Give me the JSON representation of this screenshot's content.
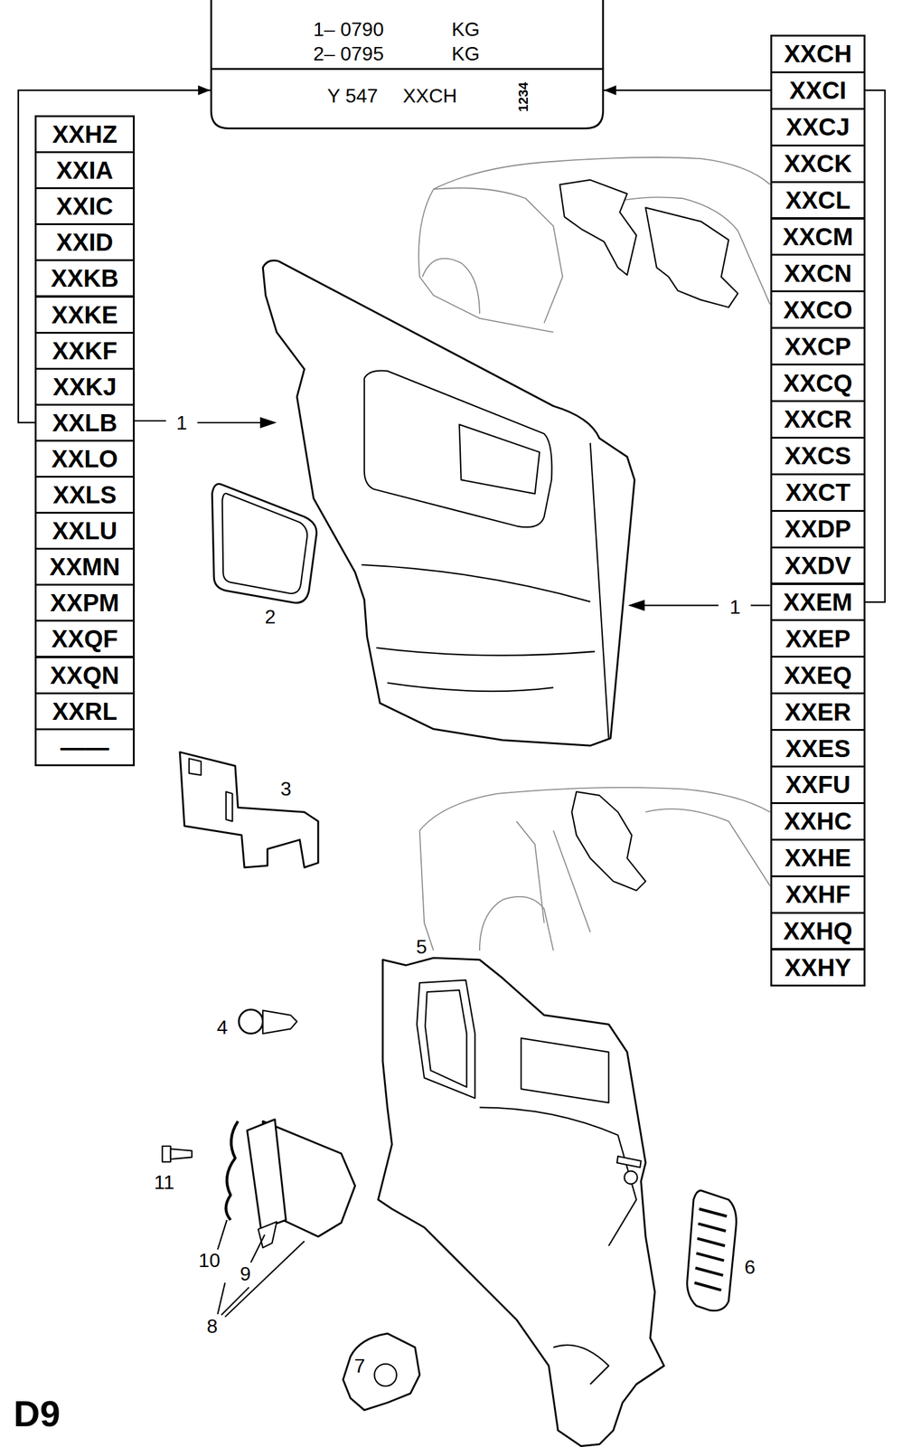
{
  "diagram": {
    "nodes": [
      {
        "text": [
          "1– 0790",
          "KG",
          "2– 0795",
          "KG",
          "Y 547",
          "XXCH",
          "1234"
        ]
      },
      {
        "text": [
          "XXHZ"
        ]
      },
      {
        "text": [
          "XXIA"
        ]
      },
      {
        "text": [
          "XXIC"
        ]
      },
      {
        "text": [
          "XXID"
        ]
      },
      {
        "text": [
          "XXKB"
        ]
      },
      {
        "text": [
          "XXKE"
        ]
      },
      {
        "text": [
          "XXKF"
        ]
      },
      {
        "text": [
          "XXKJ"
        ]
      },
      {
        "text": [
          "XXLB"
        ]
      },
      {
        "text": [
          "XXLO"
        ]
      },
      {
        "text": [
          "XXLS"
        ]
      },
      {
        "text": [
          "XXLU"
        ]
      },
      {
        "text": [
          "XXMN"
        ]
      },
      {
        "text": [
          "XXPM"
        ]
      },
      {
        "text": [
          "XXQF"
        ]
      },
      {
        "text": [
          "XXQN"
        ]
      },
      {
        "text": [
          "XXRL"
        ]
      },
      {
        "text": [
          "——"
        ]
      },
      {
        "text": [
          "XXCH"
        ]
      },
      {
        "text": [
          "XXCI"
        ]
      },
      {
        "text": [
          "XXCJ"
        ]
      },
      {
        "text": [
          "XXCK"
        ]
      },
      {
        "text": [
          "XXCL"
        ]
      },
      {
        "text": [
          "XXCM"
        ]
      },
      {
        "text": [
          "XXCN"
        ]
      },
      {
        "text": [
          "XXCO"
        ]
      },
      {
        "text": [
          "XXCP"
        ]
      },
      {
        "text": [
          "XXCQ"
        ]
      },
      {
        "text": [
          "XXCR"
        ]
      },
      {
        "text": [
          "XXCS"
        ]
      },
      {
        "text": [
          "XXCT"
        ]
      },
      {
        "text": [
          "XXDP"
        ]
      },
      {
        "text": [
          "XXDV"
        ]
      },
      {
        "text": [
          "XXEM"
        ]
      },
      {
        "text": [
          "XXEP"
        ]
      },
      {
        "text": [
          "XXEQ"
        ]
      },
      {
        "text": [
          "XXER"
        ]
      },
      {
        "text": [
          "XXES"
        ]
      },
      {
        "text": [
          "XXFU"
        ]
      },
      {
        "text": [
          "XXHC"
        ]
      },
      {
        "text": [
          "XXHE"
        ]
      },
      {
        "text": [
          "XXHF"
        ]
      },
      {
        "text": [
          "XXHQ"
        ]
      },
      {
        "text": [
          "XXHY"
        ]
      }
    ],
    "edges": [
      {
        "from": 9,
        "to": 0,
        "arrow": "to"
      },
      {
        "from": 34,
        "to": 0,
        "arrow": "to"
      }
    ],
    "labels": [
      "1",
      "1",
      "2",
      "3",
      "4",
      "5",
      "6",
      "7",
      "8",
      "9",
      "10",
      "11",
      "D9"
    ]
  }
}
